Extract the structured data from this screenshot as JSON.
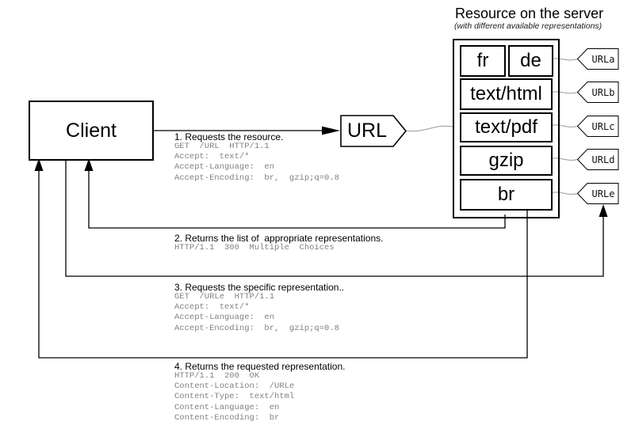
{
  "header": {
    "title": "Resource on the server",
    "subtitle": "(with different available representations)"
  },
  "client": {
    "label": "Client"
  },
  "url_pointer": {
    "label": "URL"
  },
  "resource": {
    "representations": {
      "fr": "fr",
      "de": "de",
      "html": "text/html",
      "pdf": "text/pdf",
      "gzip": "gzip",
      "br": "br"
    },
    "url_tags": {
      "a": "URLa",
      "b": "URLb",
      "c": "URLc",
      "d": "URLd",
      "e": "URLe"
    }
  },
  "annotations": [
    {
      "title": "1. Requests the resource.",
      "lines": [
        "GET  /URL  HTTP/1.1",
        "Accept:  text/*",
        "Accept-Language:  en",
        "Accept-Encoding:  br,  gzip;q=0.8"
      ]
    },
    {
      "title": "2. Returns the list of  appropriate representations.",
      "lines": [
        "HTTP/1.1  300  Multiple  Choices"
      ]
    },
    {
      "title": "3. Requests the specific representation..",
      "lines": [
        "GET  /URLe  HTTP/1.1",
        "Accept:  text/*",
        "Accept-Language:  en",
        "Accept-Encoding:  br,  gzip;q=0.8"
      ]
    },
    {
      "title": "4. Returns the requested representation.",
      "lines": [
        "HTTP/1.1  200  OK",
        "Content-Location:  /URLe",
        "Content-Type:  text/html",
        "Content-Language:  en",
        "Content-Encoding:  br"
      ]
    }
  ],
  "colors": {
    "line": "#000000",
    "connector": "#999999",
    "code_text": "#808080"
  }
}
